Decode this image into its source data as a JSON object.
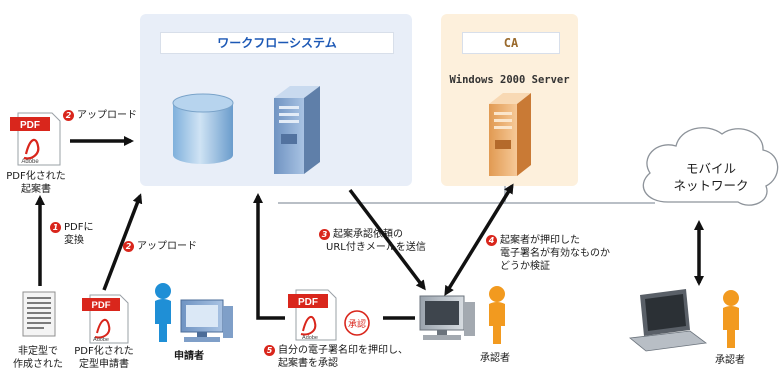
{
  "workflow_system": {
    "title": "ワークフローシステム"
  },
  "ca": {
    "title": "CA",
    "server_label": "Windows 2000 Server"
  },
  "pdf_icon_text": {
    "brand": "PDF",
    "vendor": "Adobe"
  },
  "documents": {
    "pdf_uploaded_line1": "PDF化された",
    "pdf_uploaded_line2": "起案書",
    "paper_line1": "非定型で",
    "paper_line2": "作成された",
    "form_pdf_line1": "PDF化された",
    "form_pdf_line2": "定型申請書"
  },
  "actors": {
    "applicant": "申請者",
    "approver_center": "承認者",
    "approver_right": "承認者"
  },
  "seal_text": "承認",
  "mobile_network": {
    "line1": "モバイル",
    "line2": "ネットワーク"
  },
  "steps": {
    "step1": {
      "number": "1",
      "line1": "PDFに",
      "line2": "変換"
    },
    "step2_top": {
      "number": "2",
      "text": "アップロード"
    },
    "step2_mid": {
      "number": "2",
      "text": "アップロード"
    },
    "step3": {
      "number": "3",
      "line1": "起案承認依頼の",
      "line2": "URL付きメールを送信"
    },
    "step4": {
      "number": "4",
      "line1": "起案者が押印した",
      "line2": "電子署名が有効なものか",
      "line3": "どうか検証"
    },
    "step5": {
      "number": "5",
      "line1": "自分の電子署名印を押印し、",
      "line2": "起案書を承認"
    }
  },
  "colors": {
    "workflow_panel": "#e8eef8",
    "ca_panel": "#fdf0dc",
    "workflow_title": "#1c58b5",
    "step_badge": "#d9261c",
    "person_applicant": "#1f8fd6",
    "person_approver": "#f29a1f"
  }
}
